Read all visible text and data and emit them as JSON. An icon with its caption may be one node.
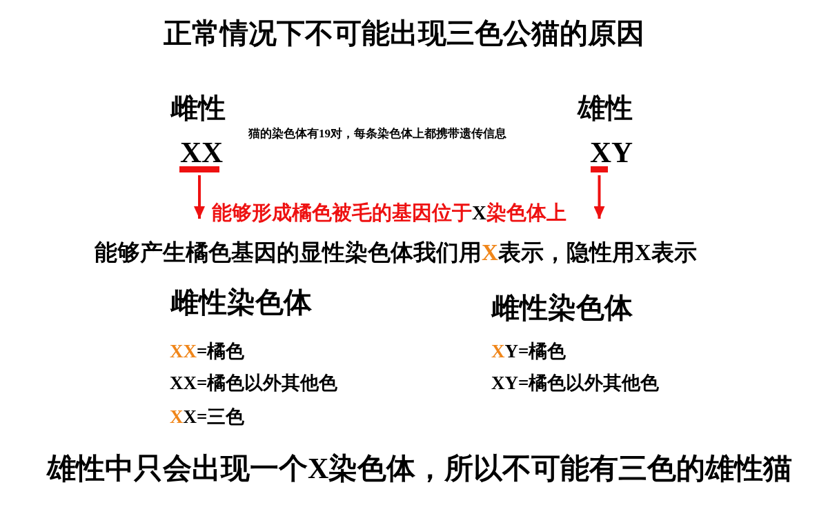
{
  "diagram": {
    "title": "正常情况下不可能出现三色公猫的原因",
    "nodes": [
      {
        "text": [],
        "shape": "bar"
      },
      {
        "text": [],
        "shape": "bar"
      },
      {
        "text": [
          "能够形成橘色被毛的基因位于**X**染色体上"
        ]
      }
    ],
    "edges": [
      {
        "from": 0,
        "to": 2,
        "arrow": "to"
      },
      {
        "from": 1,
        "to": 2,
        "arrow": "to"
      }
    ],
    "labels": [
      "雌性",
      "雄性",
      "猫的染色体有19对，每条染色体上都携带遗传信息",
      "XX",
      "XY",
      "能够产生橘色基因的显性染色体我们用**X**表示，隐性用X表示",
      "雌性染色体",
      "雌性染色体",
      "**XX**=橘色",
      "**X**Y=橘色",
      "XX=橘色以外其他色",
      "XY=橘色以外其他色",
      "**X**X=三色",
      "雄性中只会出现一个X染色体，所以不可能有三色的雄性猫"
    ]
  }
}
